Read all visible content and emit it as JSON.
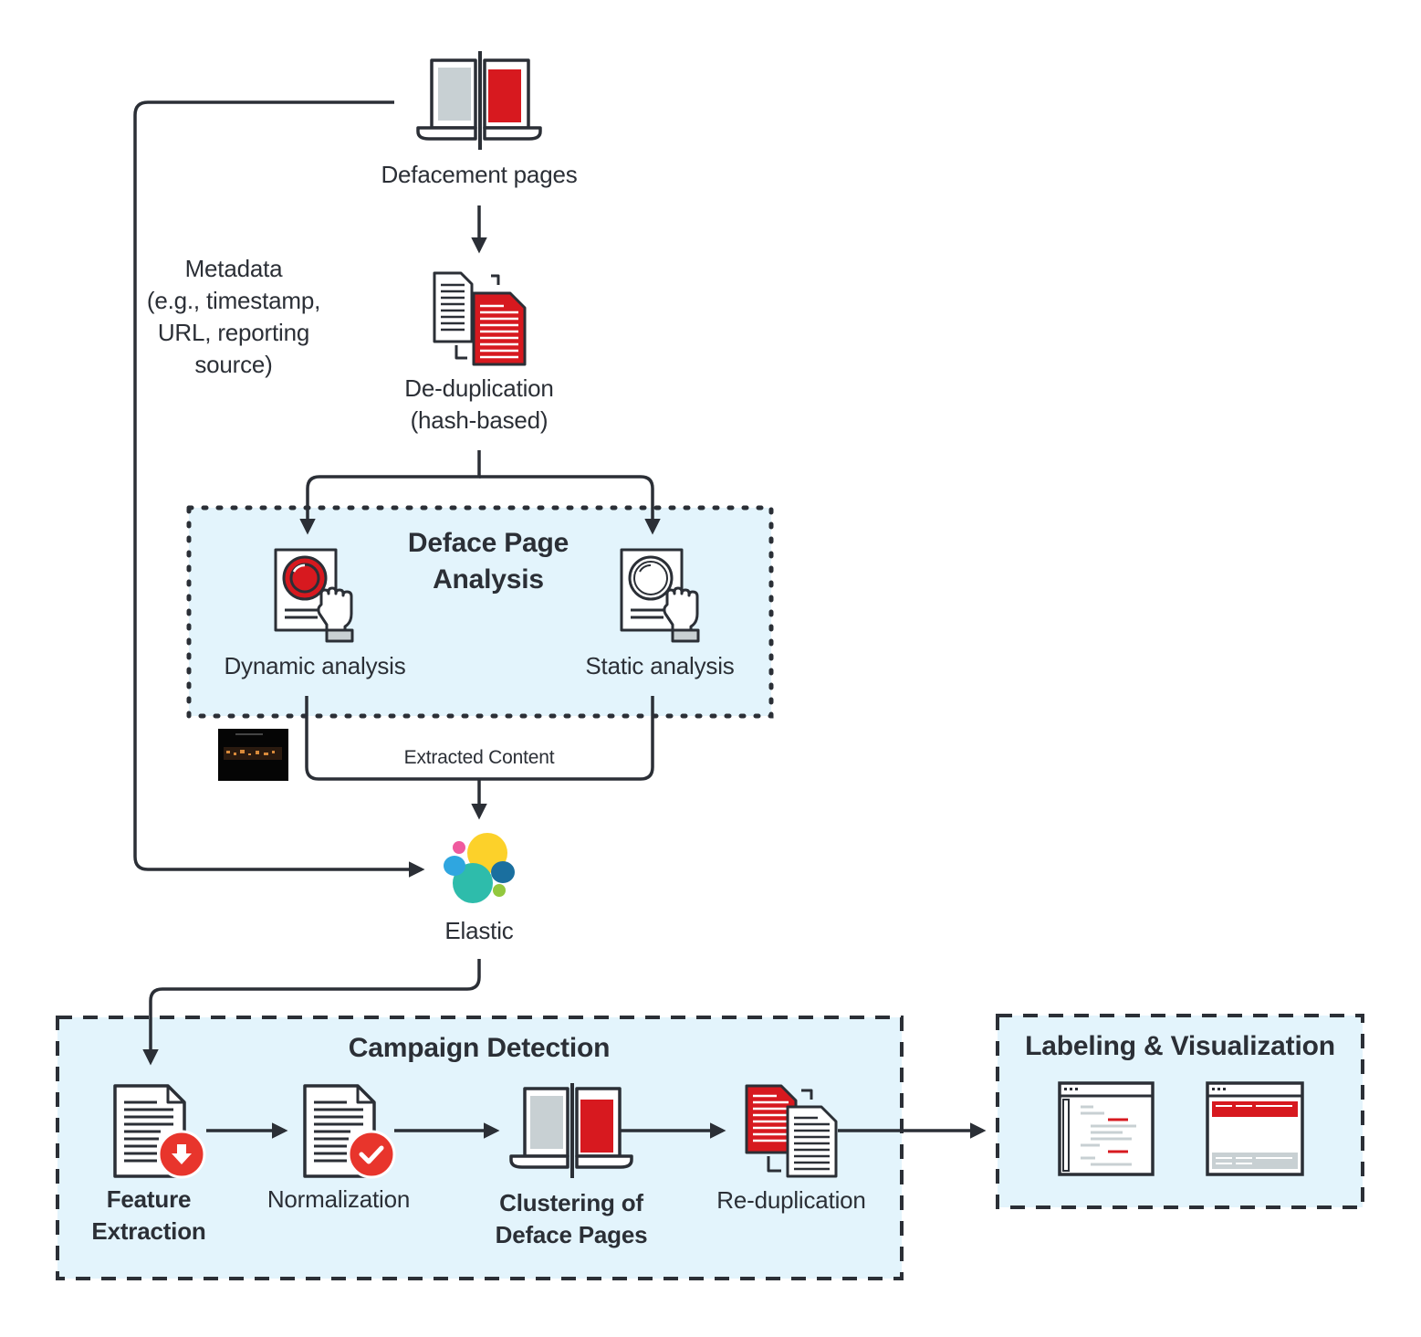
{
  "sources": {
    "defacement_pages": "Defacement pages",
    "metadata": "Metadata\n(e.g., timestamp,\nURL, reporting\nsource)"
  },
  "dedup": {
    "label": "De-duplication\n(hash-based)"
  },
  "analysis": {
    "title": "Deface Page\nAnalysis",
    "dynamic": "Dynamic analysis",
    "static": "Static analysis",
    "extracted": "Extracted Content"
  },
  "storage": {
    "elastic": "Elastic"
  },
  "campaign": {
    "title": "Campaign Detection",
    "feature_extraction": "Feature\nExtraction",
    "normalization": "Normalization",
    "clustering": "Clustering of\nDeface Pages",
    "reduplication": "Re-duplication"
  },
  "labeling": {
    "title": "Labeling & Visualization"
  },
  "colors": {
    "line": "#2b2f36",
    "accent_red": "#d7191f",
    "panel_fill": "#e3f4fc",
    "icon_gray": "#c8d0d3",
    "elastic_yellow": "#fcd12a",
    "elastic_teal": "#2ebcab",
    "elastic_blue": "#1a6f9f",
    "elastic_cyan": "#2fa6e0",
    "elastic_pink": "#ef5a9e",
    "elastic_green": "#93c83e"
  }
}
